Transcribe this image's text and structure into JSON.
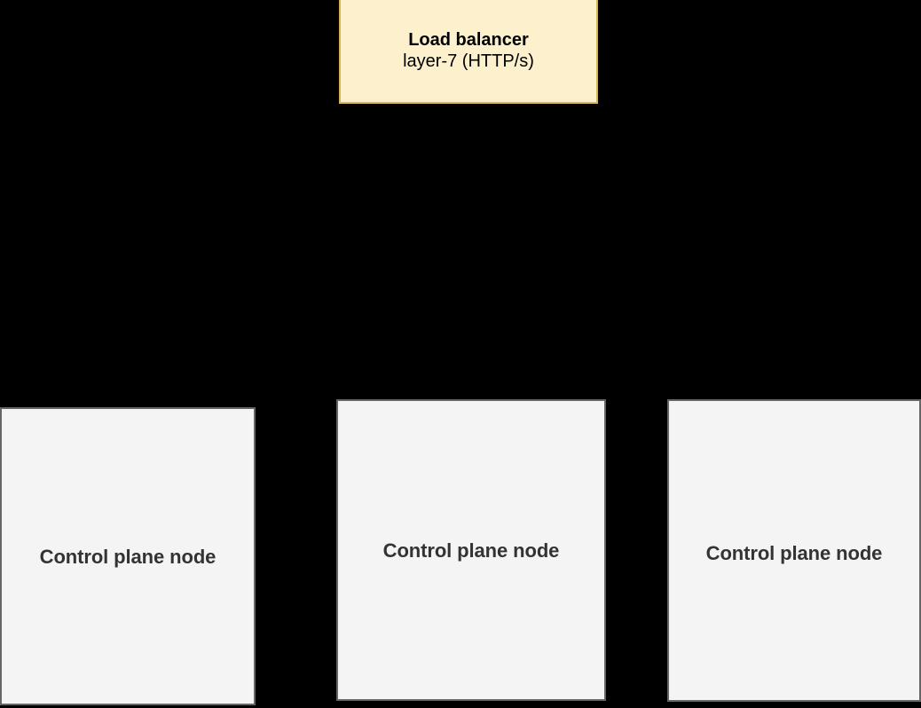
{
  "diagram": {
    "background_color": "#000000",
    "load_balancer": {
      "title": "Load balancer",
      "subtitle": "layer-7 (HTTP/s)",
      "fill_color": "#fdf0cd",
      "border_color": "#d6b656",
      "text_color": "#000000"
    },
    "control_plane_nodes": [
      {
        "label": "Control plane node",
        "fill_color": "#f4f4f4",
        "border_color": "#666666",
        "text_color": "#333333"
      },
      {
        "label": "Control plane node",
        "fill_color": "#f4f4f4",
        "border_color": "#666666",
        "text_color": "#333333"
      },
      {
        "label": "Control plane node",
        "fill_color": "#f4f4f4",
        "border_color": "#666666",
        "text_color": "#333333"
      }
    ]
  }
}
